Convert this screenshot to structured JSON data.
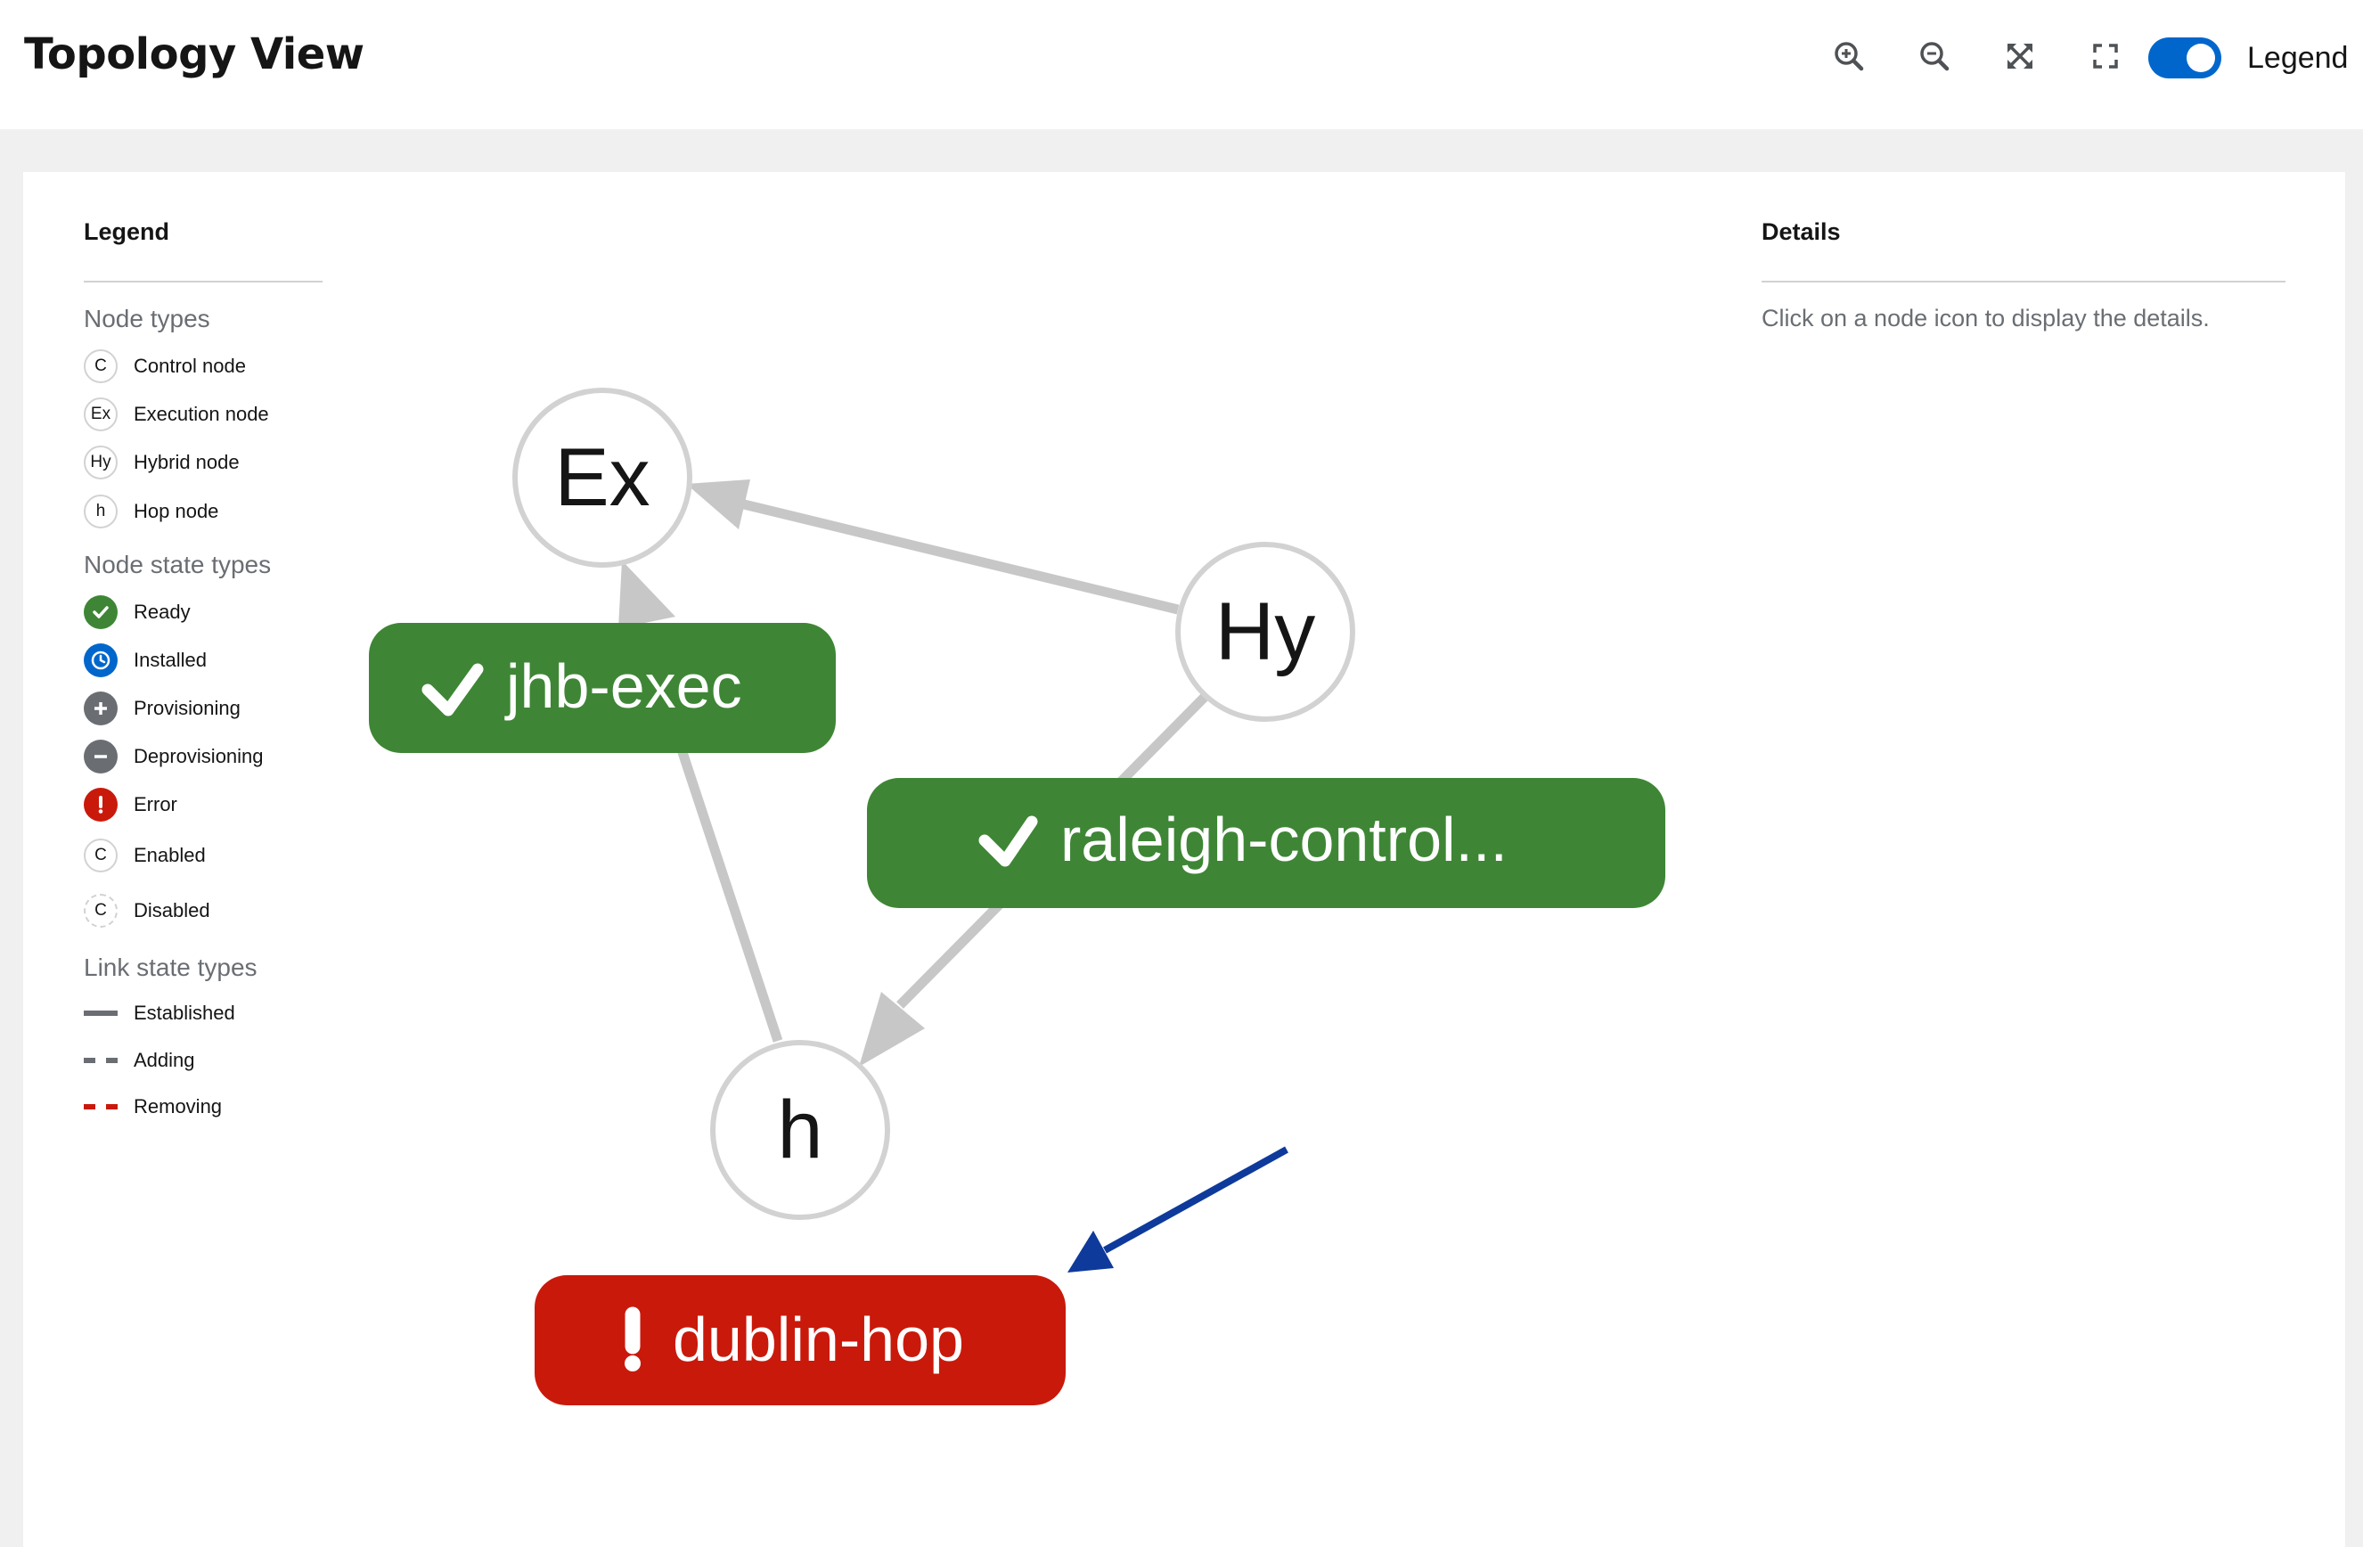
{
  "header": {
    "title": "Topology View",
    "zoom_in_icon": "zoom-in-icon",
    "zoom_out_icon": "zoom-out-icon",
    "fit_icon": "fit-to-screen-icon",
    "fullscreen_icon": "fullscreen-icon",
    "legend_toggle": {
      "label": "Legend",
      "on": true
    }
  },
  "legend": {
    "title": "Legend",
    "node_types_heading": "Node types",
    "node_types": [
      {
        "glyph": "C",
        "label": "Control node"
      },
      {
        "glyph": "Ex",
        "label": "Execution node"
      },
      {
        "glyph": "Hy",
        "label": "Hybrid node"
      },
      {
        "glyph": "h",
        "label": "Hop node"
      }
    ],
    "node_state_heading": "Node state types",
    "node_states": [
      {
        "icon": "check-icon",
        "label": "Ready",
        "color": "#3e8635"
      },
      {
        "icon": "clock-icon",
        "label": "Installed",
        "color": "#0066cc"
      },
      {
        "icon": "plus-icon",
        "label": "Provisioning",
        "color": "#6a6e73"
      },
      {
        "icon": "minus-icon",
        "label": "Deprovisioning",
        "color": "#6a6e73"
      },
      {
        "icon": "exclamation-icon",
        "label": "Error",
        "color": "#c9190b"
      },
      {
        "glyph": "C",
        "label": "Enabled"
      },
      {
        "glyph": "C",
        "label": "Disabled"
      }
    ],
    "link_state_heading": "Link state types",
    "link_states": [
      {
        "label": "Established",
        "style": "solid",
        "color": "#6a6e73"
      },
      {
        "label": "Adding",
        "style": "dashed",
        "color": "#6a6e73"
      },
      {
        "label": "Removing",
        "style": "dashed",
        "color": "#c9190b"
      }
    ]
  },
  "details": {
    "title": "Details",
    "hint": "Click on a node icon to display the details."
  },
  "graph": {
    "nodes": [
      {
        "glyph": "Ex",
        "label": "jhb-exec",
        "state": "ready",
        "state_icon": "check-icon",
        "label_color": "#3e8635"
      },
      {
        "glyph": "Hy",
        "label": "raleigh-control...",
        "state": "ready",
        "state_icon": "check-icon",
        "label_color": "#3e8635"
      },
      {
        "glyph": "h",
        "label": "dublin-hop",
        "state": "error",
        "state_icon": "exclamation-icon",
        "label_color": "#c9190b"
      }
    ],
    "links": [
      {
        "from": "Hy",
        "to": "Ex",
        "state": "established"
      },
      {
        "from": "h",
        "to": "Ex",
        "state": "established"
      },
      {
        "from": "Hy",
        "to": "h",
        "state": "established"
      }
    ],
    "link_color": "#c7c7c7",
    "annotation_arrow_color": "#0e3a9b"
  }
}
